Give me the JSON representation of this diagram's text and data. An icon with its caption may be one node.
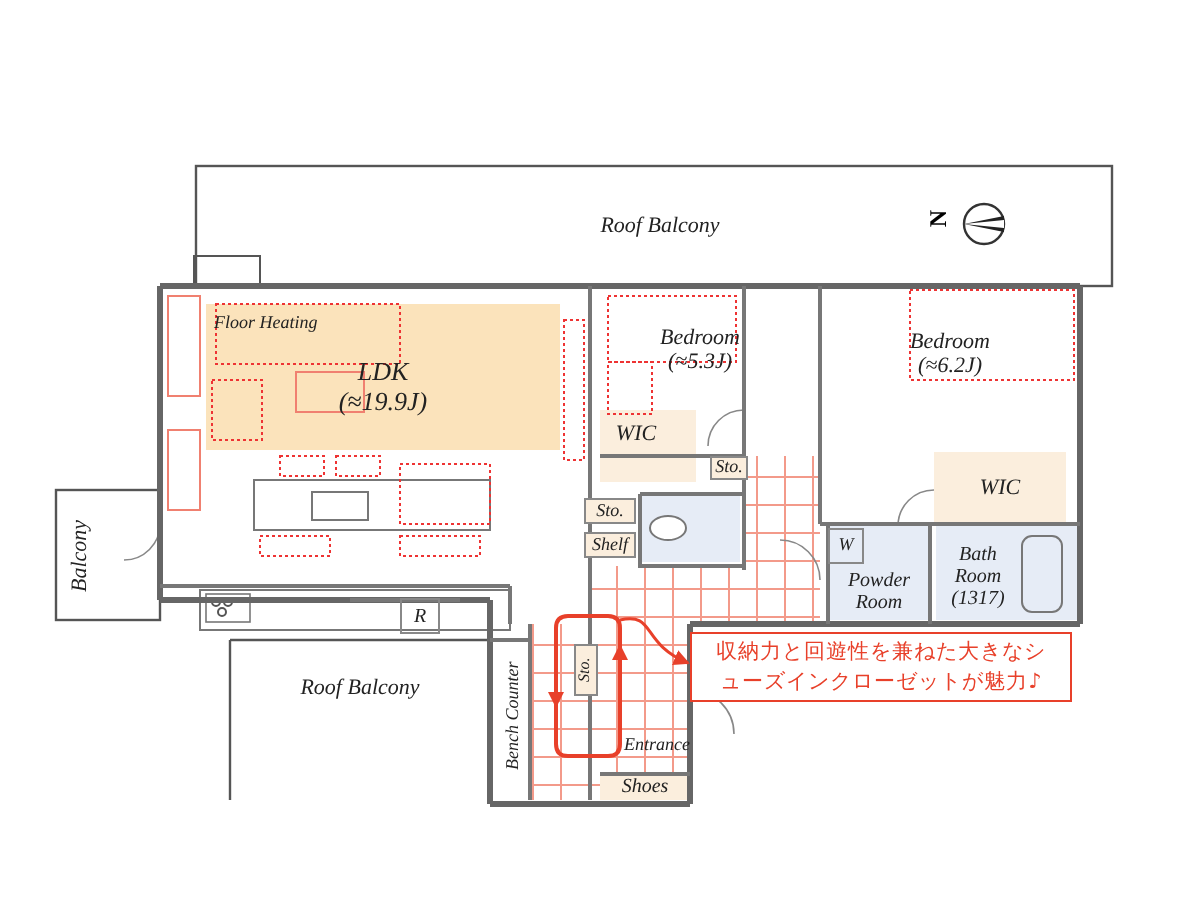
{
  "diagram": {
    "nodes": [
      {
        "text": [
          "Roof Balcony"
        ]
      },
      {
        "text": [
          "Floor Heating",
          "LDK (≈19.9J)"
        ]
      },
      {
        "text": [
          "Bedroom (≈5.3J)"
        ]
      },
      {
        "text": [
          "WIC"
        ]
      },
      {
        "text": [
          "Bedroom (≈6.2J)"
        ]
      },
      {
        "text": [
          "Sto."
        ]
      },
      {
        "text": [
          "WIC"
        ]
      },
      {
        "text": [
          "Sto."
        ]
      },
      {
        "text": [
          "Shelf"
        ]
      },
      {
        "text": [
          "W"
        ]
      },
      {
        "text": [
          "Powder Room"
        ]
      },
      {
        "text": [
          "Bath Room (1317)"
        ]
      },
      {
        "text": [
          "Balcony"
        ]
      },
      {
        "text": [
          "R"
        ]
      },
      {
        "text": [
          "Roof Balcony"
        ]
      },
      {
        "text": [
          "収納力と回遊性を兼ねた大きなシューズインクローゼットが魅力♪"
        ]
      },
      {
        "text": [
          "Sto."
        ]
      },
      {
        "text": [
          "Bench Counter"
        ]
      },
      {
        "text": [
          "Entrance"
        ]
      },
      {
        "text": [
          "Shoes"
        ]
      }
    ],
    "edges": [
      {
        "from": null,
        "to": 15,
        "arrow": "to",
        "color": "#e8402a"
      }
    ],
    "labels": [
      "N"
    ]
  }
}
